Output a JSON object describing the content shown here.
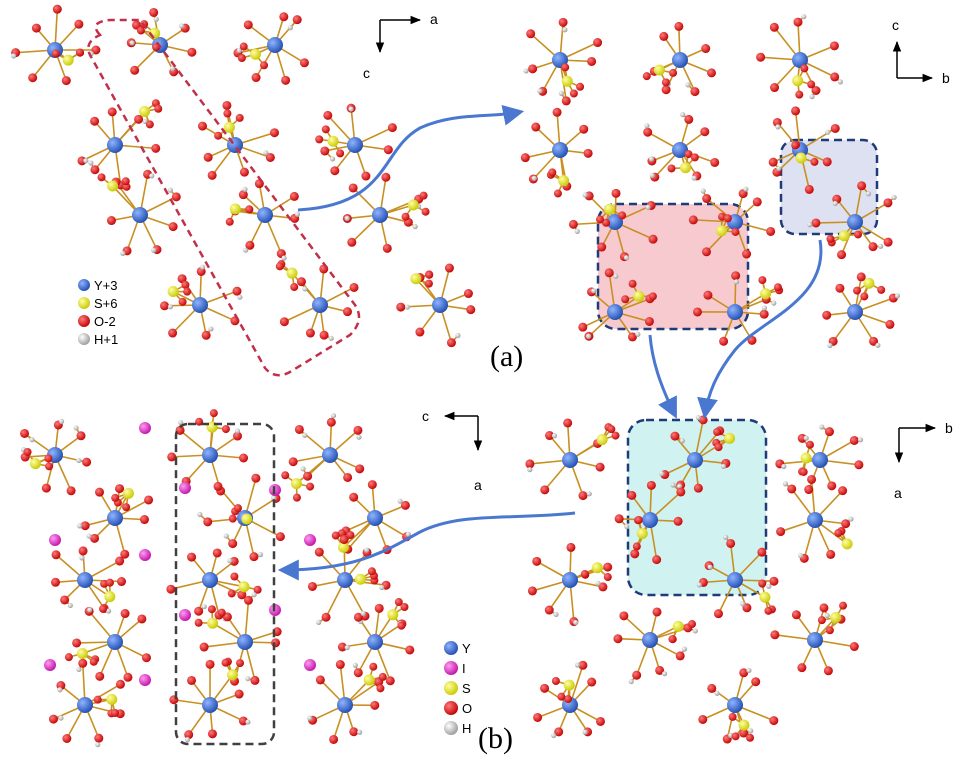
{
  "panels": {
    "a": {
      "label": "(a)"
    },
    "b": {
      "label": "(b)"
    }
  },
  "axes": {
    "a_left": {
      "h": "a",
      "v": "c"
    },
    "a_right": {
      "h": "b",
      "v": "c"
    },
    "b_left": {
      "h": "c",
      "v": "a"
    },
    "b_right": {
      "h": "b",
      "v": "a"
    }
  },
  "legend_a": [
    {
      "label": "Y+3",
      "color": "#2e5cc8"
    },
    {
      "label": "S+6",
      "color": "#e6e600"
    },
    {
      "label": "O-2",
      "color": "#e00000"
    },
    {
      "label": "H+1",
      "color": "#d8d8d8"
    }
  ],
  "legend_b": [
    {
      "label": "Y",
      "color": "#2e5cc8"
    },
    {
      "label": "I",
      "color": "#e020c8"
    },
    {
      "label": "S",
      "color": "#e6e600"
    },
    {
      "label": "O",
      "color": "#e00000"
    },
    {
      "label": "H",
      "color": "#d8d8d8"
    }
  ],
  "colors": {
    "bond": "#c89020",
    "arrow": "#4a78d0",
    "red_dash": "#c0304a",
    "navy_dash": "#1f3c78",
    "gray_dash": "#404040",
    "pink_fill": "#f4b8c0",
    "lavender_fill": "#d8dcf0",
    "cyan_fill": "#c8f0ee"
  }
}
